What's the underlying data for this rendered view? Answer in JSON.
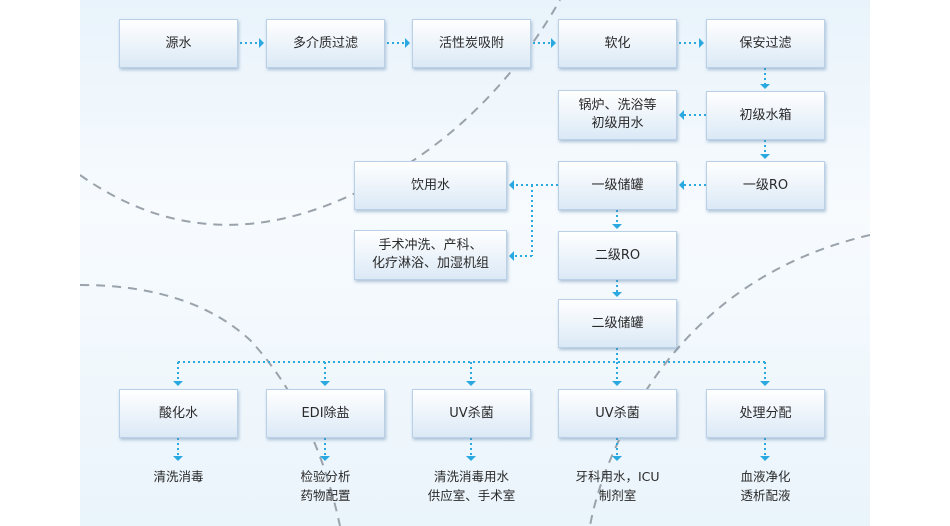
{
  "colors": {
    "connector": "#2aa9e0",
    "box_border": "#b9d0e6"
  },
  "nodes": {
    "source": "源水",
    "multimedia": "多介质过滤",
    "carbon": "活性炭吸附",
    "soften": "软化",
    "security": "保安过滤",
    "boiler_use": [
      "锅炉、洗浴等",
      "初级用水"
    ],
    "primary_tank": "初级水箱",
    "drinking": "饮用水",
    "level1_storage": "一级储罐",
    "ro1": "一级RO",
    "hand_wash": [
      "手术冲洗、产科、",
      "化疗淋浴、加湿机组"
    ],
    "ro2": "二级RO",
    "level2_storage": "二级储罐",
    "acid": "酸化水",
    "edi": "EDI除盐",
    "uv1": "UV杀菌",
    "uv2": "UV杀菌",
    "treatment": "处理分配"
  },
  "outputs": {
    "acid": [
      "清洗消毒"
    ],
    "edi": [
      "检验分析",
      "药物配置"
    ],
    "uv1": [
      "清洗消毒用水",
      "供应室、手术室"
    ],
    "uv2": [
      "牙科用水，ICU",
      "制剂室"
    ],
    "treatment": [
      "血液净化",
      "透析配液"
    ]
  }
}
